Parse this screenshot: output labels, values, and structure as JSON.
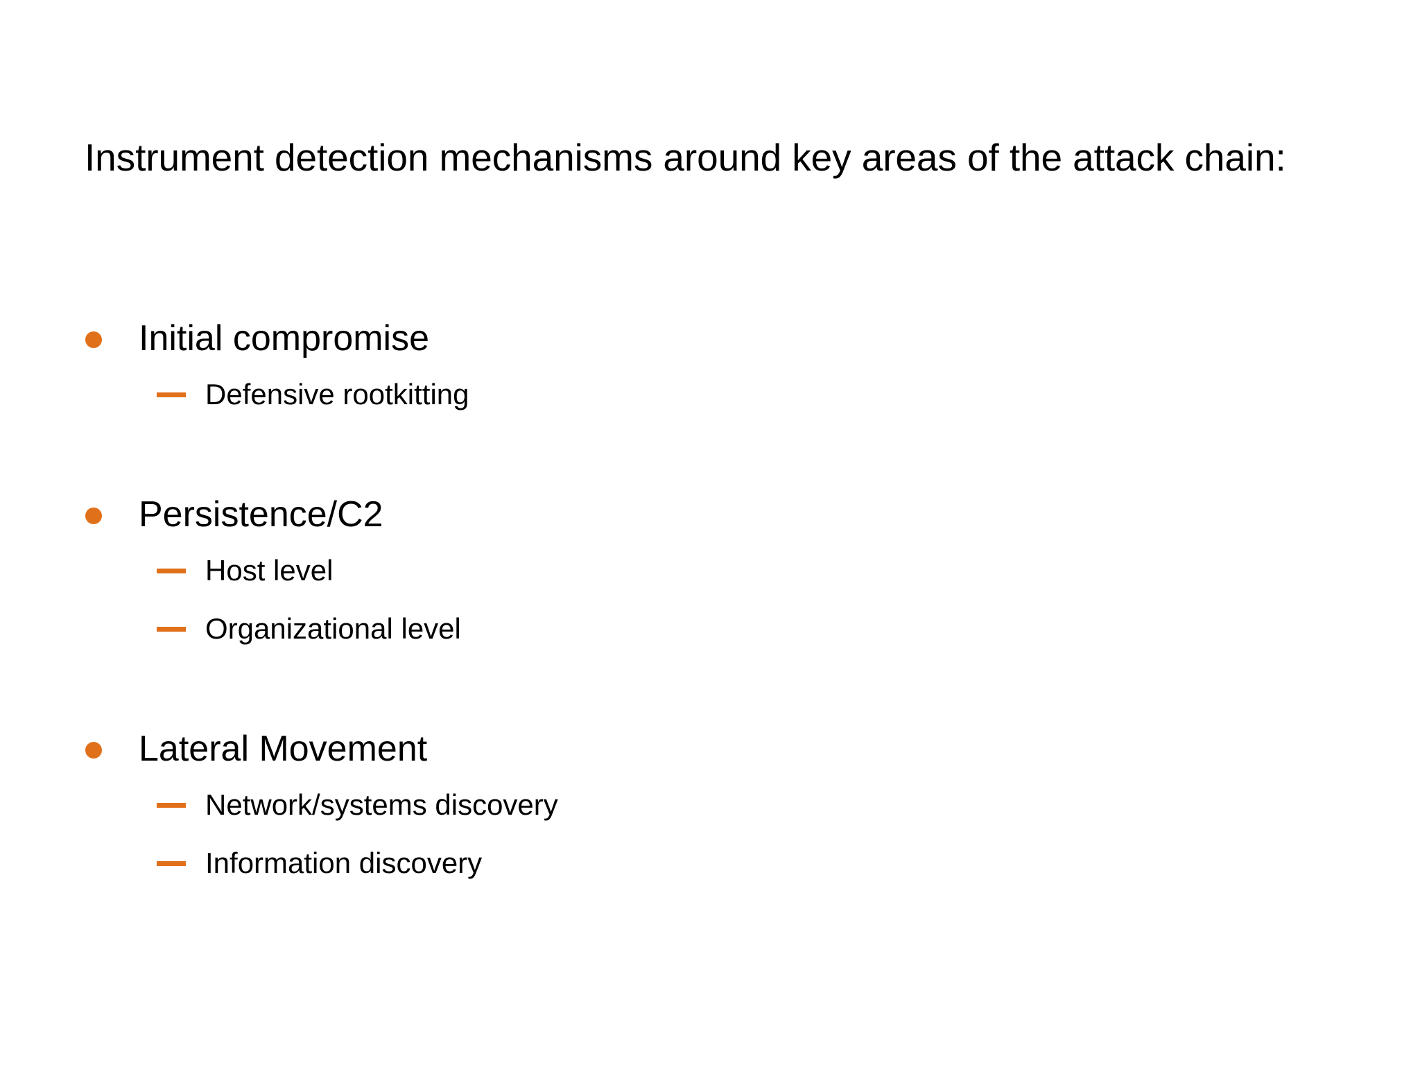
{
  "slide": {
    "background_color": "#FFFFFF",
    "text_color": "#000000",
    "accent_color": "#E1701A",
    "title": "Instrument detection mechanisms around key areas of the attack chain:",
    "bullet_marker_icon": "filled-circle-bullet-icon",
    "sub_bullet_marker_icon": "en-dash-bullet-icon",
    "content": [
      {
        "label": "Initial compromise",
        "children": [
          {
            "label": "Defensive rootkitting"
          }
        ]
      },
      {
        "label": "Persistence/C2",
        "children": [
          {
            "label": "Host level"
          },
          {
            "label": "Organizational level"
          }
        ]
      },
      {
        "label": "Lateral Movement",
        "children": [
          {
            "label": "Network/systems discovery"
          },
          {
            "label": "Information discovery"
          }
        ]
      }
    ]
  }
}
